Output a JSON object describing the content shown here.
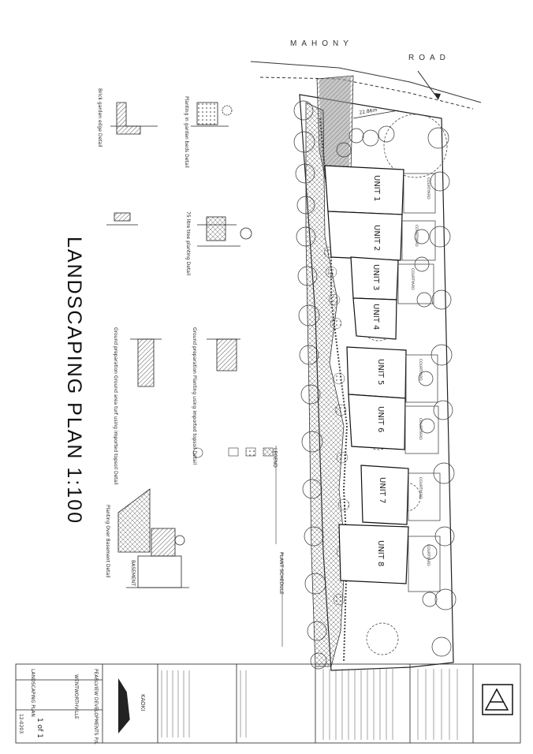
{
  "title": "LANDSCAPING PLAN   1:100",
  "road": {
    "word1": "MAHONY",
    "word2": "ROAD"
  },
  "dimension": "22.86m",
  "units": [
    "UNIT 1",
    "UNIT 2",
    "UNIT 3",
    "UNIT 4",
    "UNIT 5",
    "UNIT 6",
    "UNIT 7",
    "UNIT 8"
  ],
  "courtyard": "COURTYARD",
  "details": {
    "brick_edge": "Brick garden edge Detail",
    "planting_beds": "Planting in garden beds Detail",
    "tube_planting": "75 litre tree planting Detail",
    "turf_planting": "Ground preparation Planting using imported topsoil Detail",
    "turf_grass": "Ground preparation Ground area turf using imported topsoil Detail",
    "planting_basement": "Planting Over Basement Detail",
    "basement": "BASEMENT"
  },
  "legend_title": "LEGEND",
  "schedule_title": "PLANT SCHEDULE",
  "title_block": {
    "firm": "KAOKI",
    "project": "WENTWORTHVILLE",
    "client": "PEARLVIEW DEVELOPMENTS P/L",
    "drawing": "LANDSCAPING PLAN",
    "job_no": "12-0203",
    "sheet": "1 of 1"
  }
}
